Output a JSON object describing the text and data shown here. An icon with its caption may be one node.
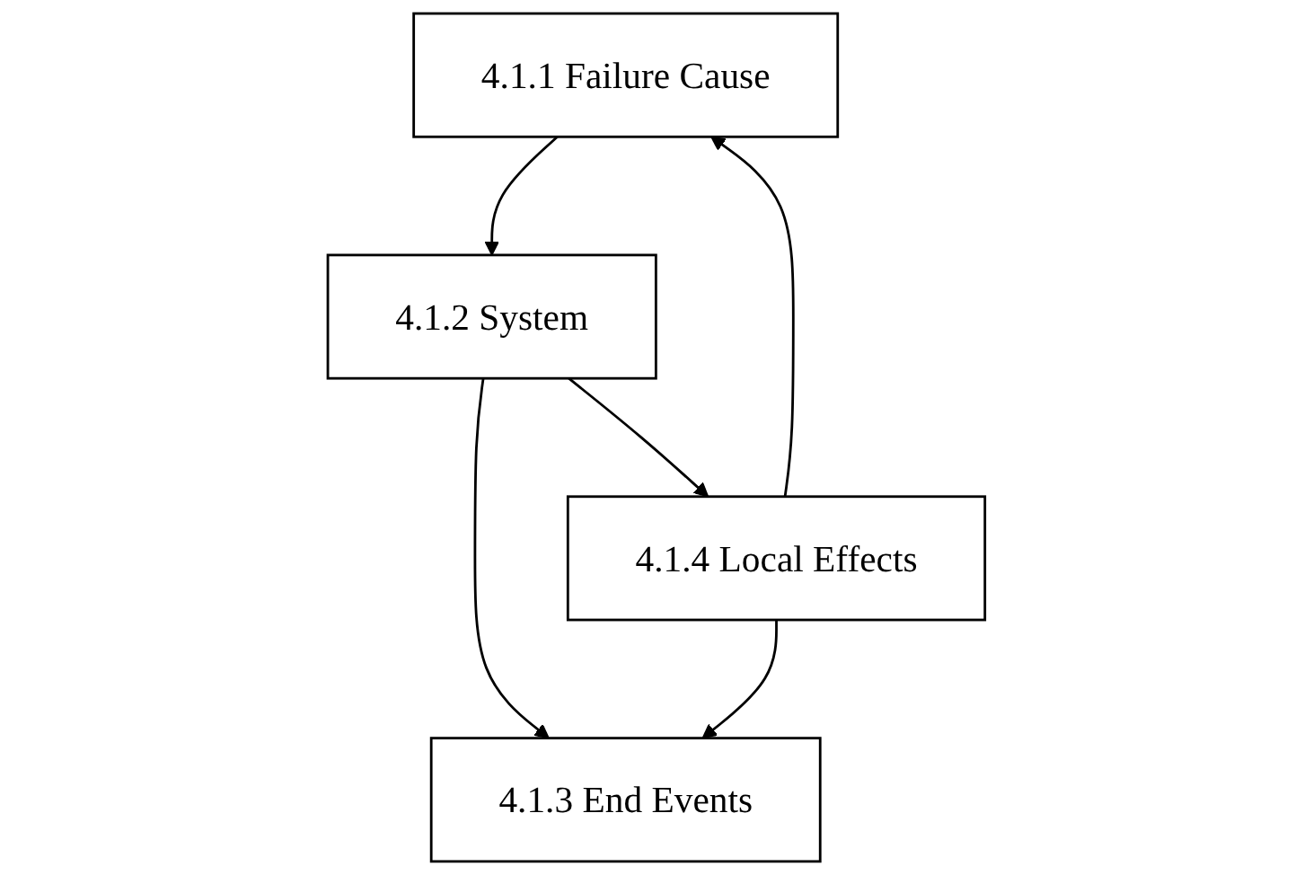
{
  "diagram": {
    "nodes": [
      {
        "text": [
          "4.1.1 Failure Cause"
        ]
      },
      {
        "text": [
          "4.1.2 System"
        ]
      },
      {
        "text": [
          "4.1.3 End Events"
        ]
      },
      {
        "text": [
          "4.1.4 Local Effects"
        ]
      }
    ],
    "edges": [
      {
        "from": 0,
        "to": 1,
        "arrow": "to"
      },
      {
        "from": 1,
        "to": 2,
        "arrow": "to"
      },
      {
        "from": 1,
        "to": 3,
        "arrow": "to"
      },
      {
        "from": 3,
        "to": 0,
        "arrow": "to"
      },
      {
        "from": 3,
        "to": 2,
        "arrow": "to"
      }
    ]
  }
}
